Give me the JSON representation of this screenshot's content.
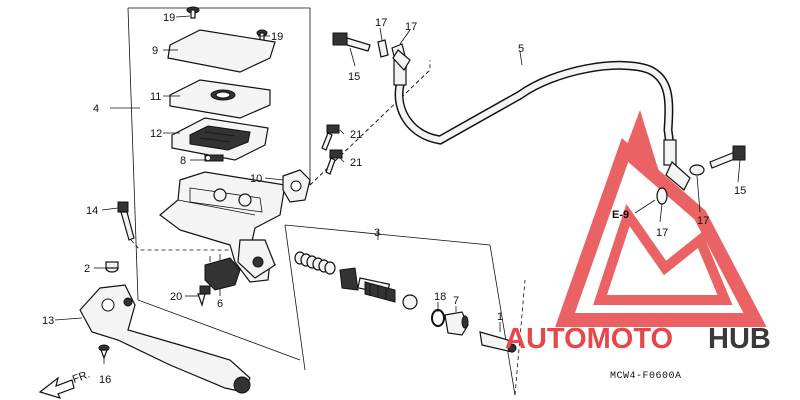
{
  "diagram": {
    "callouts": {
      "c1": "1",
      "c2": "2",
      "c3": "3",
      "c4": "4",
      "c5": "5",
      "c6": "6",
      "c7": "7",
      "c8": "8",
      "c9": "9",
      "c10": "10",
      "c11": "11",
      "c12": "12",
      "c13": "13",
      "c14": "14",
      "c15a": "15",
      "c15b": "15",
      "c16": "16",
      "c17a": "17",
      "c17b": "17",
      "c17c": "17",
      "c17d": "17",
      "c18": "18",
      "c19a": "19",
      "c19b": "19",
      "c20": "20",
      "c21a": "21",
      "c21b": "21"
    },
    "ref_label": "E-9",
    "front_label": "FR.",
    "diagram_code": "MCW4-F0600A"
  },
  "watermark": {
    "brand_part1": "AUTOMOTO",
    "brand_part2": "HUB",
    "color_red": "#e8474a",
    "color_dark": "#3a3a3a"
  }
}
